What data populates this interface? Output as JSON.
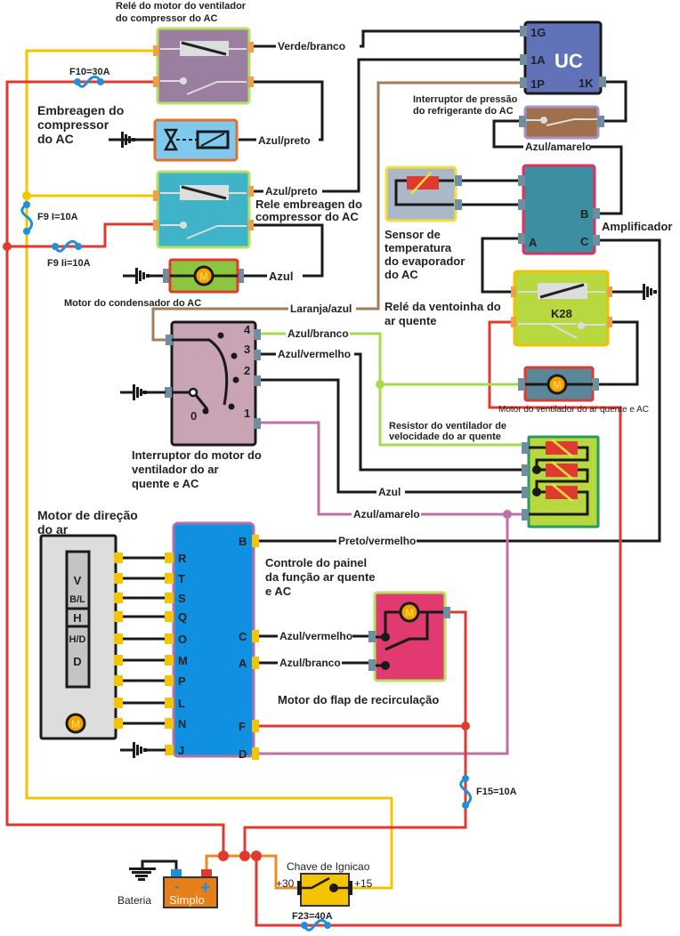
{
  "colors": {
    "wire_black": "#1a1a1a",
    "wire_red": "#e03a30",
    "wire_yellow": "#f5c400",
    "wire_brown": "#a57a5e",
    "wire_green": "#a8d84e",
    "wire_pink": "#c070a8",
    "wire_orange": "#f08a20",
    "fuse": "#1e90d8"
  },
  "components": {
    "relay_fan": {
      "title1": "Relé do motor do ventilador",
      "title2": "do compressor do AC"
    },
    "clutch": {
      "title1": "Embreagen do",
      "title2": "compressor",
      "title3": "do AC"
    },
    "relay_clutch": {
      "title1": "Rele embreagen do",
      "title2": "compressor do AC"
    },
    "condenser_motor": {
      "title": "Motor do condensador do AC",
      "motor": "M"
    },
    "uc": {
      "title": "UC",
      "pins": [
        "1G",
        "1A",
        "1P",
        "1K"
      ]
    },
    "pressure_switch": {
      "title1": "Interruptor de pressão",
      "title2": "do refrigerante do AC"
    },
    "sensor": {
      "title1": "Sensor de",
      "title2": "temperatura",
      "title3": "do evaporador",
      "title4": "do AC"
    },
    "amplifier": {
      "title": "Amplificador",
      "pins": [
        "A",
        "B",
        "C"
      ]
    },
    "relay_heater": {
      "title1": "Relé da ventoinha do",
      "title2": "ar quente",
      "code": "K28"
    },
    "blower_motor": {
      "title": "Motor do ventilador do ar quente e AC",
      "motor": "M"
    },
    "blower_switch": {
      "title1": "Interruptor do motor do",
      "title2": "ventilador do ar",
      "title3": "quente e AC",
      "pins": [
        "4",
        "3",
        "2",
        "1",
        "0"
      ]
    },
    "resistor": {
      "title1": "Resistor do ventilador de",
      "title2": "velocidade do ar quente"
    },
    "air_motor": {
      "title1": "Motor de direção",
      "title2": "do ar",
      "positions": [
        "V",
        "B/L",
        "H",
        "H/D",
        "D"
      ],
      "motor": "M"
    },
    "panel": {
      "title1": "Controle do painel",
      "title2": "da função ar quente",
      "title3": "e AC",
      "left_pins": [
        "R",
        "T",
        "S",
        "Q",
        "O",
        "M",
        "P",
        "L",
        "N",
        "J"
      ],
      "right_pins": [
        "B",
        "C",
        "A",
        "F",
        "D"
      ]
    },
    "flap_motor": {
      "title": "Motor do flap de recirculação",
      "motor": "M"
    },
    "battery": {
      "label": "Bateria",
      "brand": "Simplo",
      "minus": "-",
      "plus": "+"
    },
    "ignition": {
      "title": "Chave de Ignicao",
      "t30": "+30",
      "t15": "+15"
    }
  },
  "fuses": {
    "f10": "F10=30A",
    "f9i": "F9 I=10A",
    "f9ii": "F9 Ii=10A",
    "f15": "F15=10A",
    "f23": "F23=40A"
  },
  "wires": {
    "verde_branco": "Verde/branco",
    "azul_preto_1": "Azul/preto",
    "azul_preto_2": "Azul/preto",
    "azul_1": "Azul",
    "laranja_azul": "Laranja/azul",
    "azul_branco_1": "Azul/branco",
    "azul_vermelho_1": "Azul/vermelho",
    "azul_amarelo_1": "Azul/amarelo",
    "azul_2": "Azul",
    "azul_amarelo_2": "Azul/amarelo",
    "preto_vermelho": "Preto/vermelho",
    "azul_vermelho_2": "Azul/vermelho",
    "azul_branco_2": "Azul/branco"
  }
}
